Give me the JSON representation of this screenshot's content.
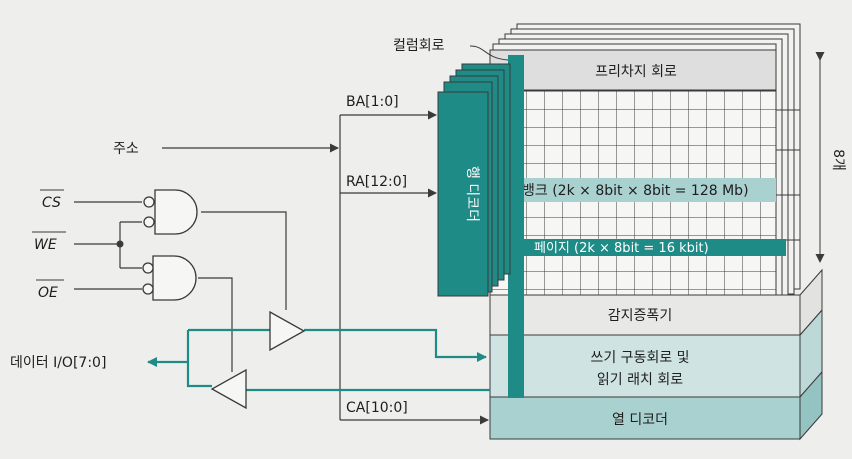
{
  "colors": {
    "paper": "#eeeeec",
    "line": "#3a3a3a",
    "teal_dark": "#1f8b86",
    "teal_light": "#cfe3e2",
    "teal_mid": "#a9d1cf",
    "block_grey": "#dedede",
    "cell_bg": "#f6f6f4"
  },
  "labels": {
    "column_circuit": "컬럼회로",
    "precharge": "프리차지 회로",
    "ba": "BA[1:0]",
    "ra": "RA[12:0]",
    "ca": "CA[10:0]",
    "address": "주소",
    "cs": "CS",
    "we": "WE",
    "oe": "OE",
    "data_io": "데이터 I/O[7:0]",
    "row_decoder": "행 디코더",
    "bank": "뱅크 (2k × 8bit × 8bit = 128 Mb)",
    "page": "페이지 (2k × 8bit = 16 kbit)",
    "sense_amp": "감지증폭기",
    "write_drive_1": "쓰기 구동회로 및",
    "write_drive_2": "읽기 래치 회로",
    "column_decoder": "열 디코더",
    "count": "8개"
  },
  "icons": {
    "and_gate_top": "and-gate-icon",
    "and_gate_bottom": "and-gate-icon",
    "buffer_write": "tristate-buffer-icon",
    "buffer_read": "tristate-buffer-icon",
    "bidirectional_arrow": "double-arrow-icon"
  }
}
